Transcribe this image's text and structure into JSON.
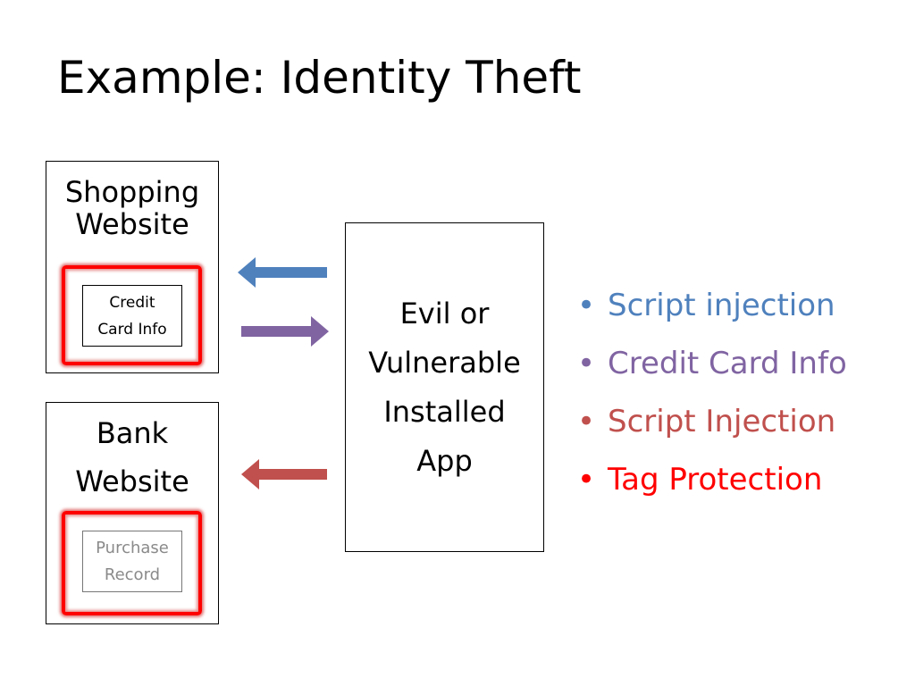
{
  "title": "Example: Identity Theft",
  "shopping": {
    "title_lines": [
      "Shopping",
      "Website"
    ],
    "inner_lines": [
      "Credit",
      "Card Info"
    ]
  },
  "bank": {
    "title_lines": [
      "Bank",
      "Website"
    ],
    "inner_lines": [
      "Purchase",
      "Record"
    ]
  },
  "app": {
    "lines": [
      "Evil or",
      "Vulnerable",
      "Installed",
      "App"
    ]
  },
  "arrows": [
    {
      "name": "arrow-to-shopping",
      "direction": "left",
      "color": "#4f81bd"
    },
    {
      "name": "arrow-from-shopping",
      "direction": "right",
      "color": "#8064a2"
    },
    {
      "name": "arrow-to-bank",
      "direction": "left",
      "color": "#c0504d"
    }
  ],
  "bullets": [
    {
      "text": "Script injection",
      "color": "#4f81bd"
    },
    {
      "text": "Credit Card Info",
      "color": "#8064a2"
    },
    {
      "text": "Script Injection",
      "color": "#c0504d"
    },
    {
      "text": "Tag Protection",
      "color": "#ff0000"
    }
  ],
  "colors": {
    "tag_frame": "#ff0000"
  }
}
